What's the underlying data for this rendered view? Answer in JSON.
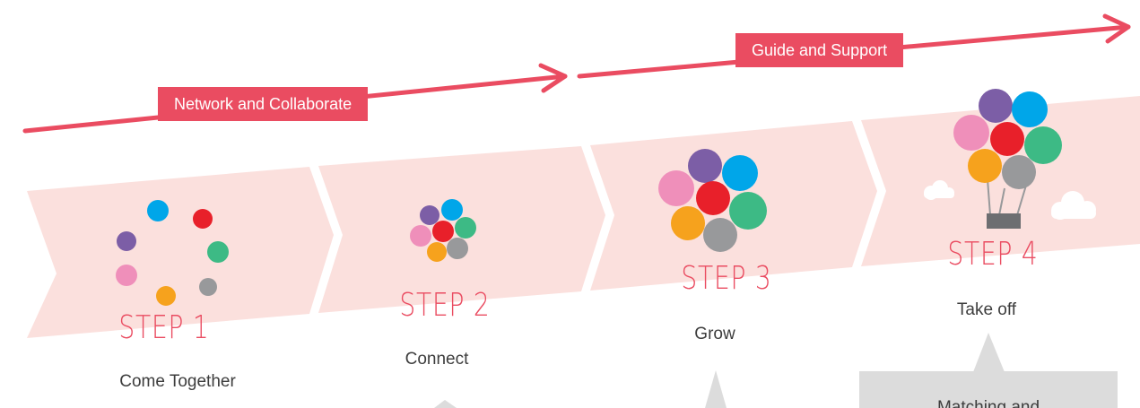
{
  "arrows": {
    "lower_label": "Network and Collaborate",
    "upper_label": "Guide and Support"
  },
  "steps": [
    {
      "title": "STEP 1",
      "subtitle": "Come Together"
    },
    {
      "title": "STEP 2",
      "subtitle": "Connect"
    },
    {
      "title": "STEP 3",
      "subtitle": "Grow"
    },
    {
      "title": "STEP 4",
      "subtitle": "Take off"
    }
  ],
  "callout_partial_text": "Matching and",
  "colors": {
    "accent": "#ea4c61",
    "band": "#fbe0dd",
    "balloon_blue": "#00a6e9",
    "balloon_red": "#e8202a",
    "balloon_green": "#3dba85",
    "balloon_purple": "#7c5ea6",
    "balloon_pink": "#ef8fba",
    "balloon_orange": "#f6a21d",
    "balloon_gray": "#98999b",
    "callout_gray": "#dcdcdc"
  }
}
